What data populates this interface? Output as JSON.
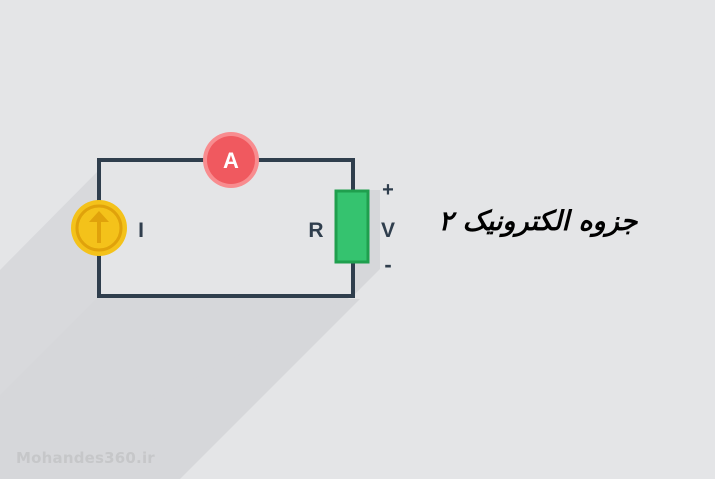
{
  "circuit": {
    "ammeter_label": "A",
    "current_label": "I",
    "resistor_label": "R",
    "voltage_label": "V",
    "plus_label": "+",
    "minus_label": "-"
  },
  "title": "جزوه الکترونیک ۲",
  "watermark": "Mohandes360.ir",
  "colors": {
    "background": "#e4e5e7",
    "shadow": "#d4d5d8",
    "wire": "#2f3e4d",
    "ammeter": "#f0595f",
    "ammeter_ring": "#f88c8f",
    "current_source": "#f4c21a",
    "current_source_ring": "#e0a20b",
    "resistor": "#35c36f",
    "resistor_border": "#1f9f4e",
    "watermark": "#c6c7c9"
  },
  "icons": {
    "current_source": "up-arrow-icon"
  }
}
